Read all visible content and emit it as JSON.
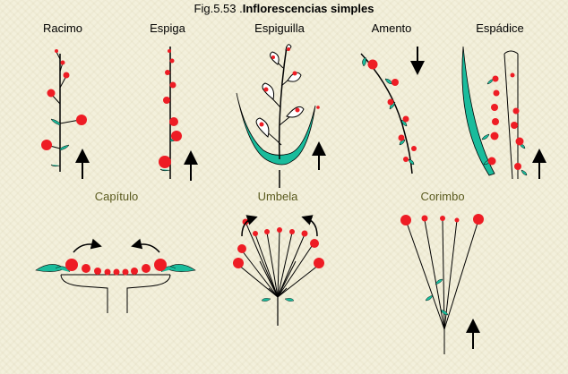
{
  "figure": {
    "number": "Fig.5.53 .",
    "title": "Inflorescencias simples"
  },
  "labels": {
    "racimo": "Racimo",
    "espiga": "Espiga",
    "espiguilla": "Espiguilla",
    "amento": "Amento",
    "espadice": "Espádice",
    "capitulo": "Capítulo",
    "umbela": "Umbela",
    "corimbo": "Corimbo"
  },
  "colors": {
    "flower": "#ee1c24",
    "bract": "#1abc9c",
    "stem": "#000000"
  }
}
